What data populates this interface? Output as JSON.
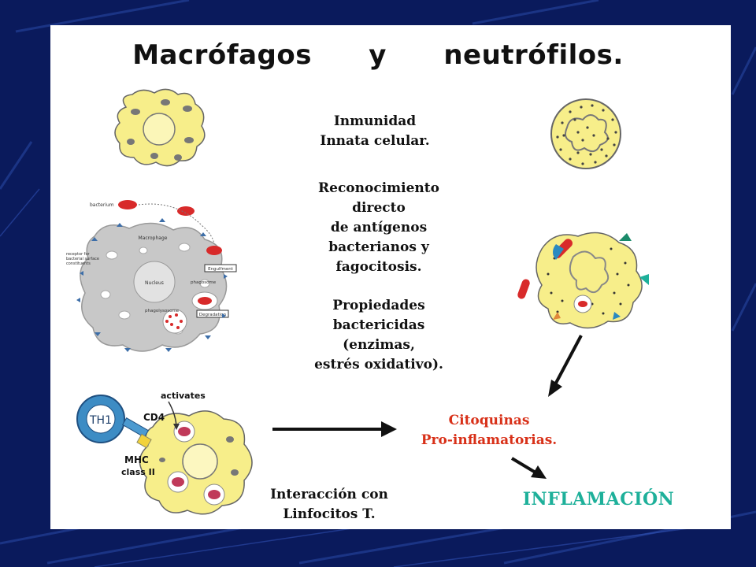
{
  "title": {
    "part1": "Macrófagos",
    "part2": "y",
    "part3": "neutrófilos."
  },
  "innate": [
    "Inmunidad",
    "Innata celular."
  ],
  "recognition": [
    "Reconocimiento",
    "directo",
    "de antígenos",
    "bacterianos y",
    "fagocitosis."
  ],
  "properties": [
    "Propiedades",
    "bactericidas",
    "(enzimas,",
    "estrés oxidativo)."
  ],
  "interaction": [
    "Interacción con",
    "Linfocitos T."
  ],
  "cytokines": [
    "Citoquinas",
    "Pro-inflamatorias."
  ],
  "inflammation": "INFLAMACIÓN",
  "macrophage_diagram": {
    "bacterium": "bacterium",
    "receptor": [
      "receptor for",
      "bacterial surface",
      "constituents"
    ],
    "macrophage": "Macrophage",
    "nucleus": "Nucleus",
    "phagosome": "phagosome",
    "phagolysosome": "phagolysosome",
    "engulfment": "Engulfment",
    "degradation": "Degradation"
  },
  "th1_diagram": {
    "th1": "TH1",
    "activates": "activates",
    "cd4": "CD4",
    "mhc": "MHC",
    "class": "class II"
  },
  "colors": {
    "background": "#0a1a5c",
    "cell_yellow": "#f7ee8a",
    "bacterium_red": "#d82a2a",
    "cytokines_red": "#d83018",
    "inflammation_green": "#1eb09a",
    "th1_blue": "#3d8cc4"
  }
}
